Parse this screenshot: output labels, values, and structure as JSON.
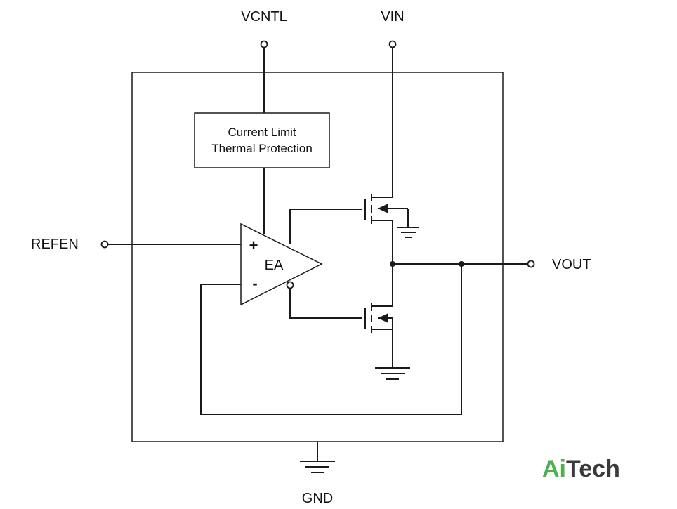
{
  "pins": {
    "vcntl": "VCNTL",
    "vin": "VIN",
    "refen": "REFEN",
    "vout": "VOUT",
    "gnd": "GND"
  },
  "protection_block": {
    "line1": "Current Limit",
    "line2": "Thermal Protection"
  },
  "amplifier": {
    "label": "EA",
    "plus": "+",
    "minus": "-"
  },
  "logo": {
    "part1": "Ai",
    "part2": "Tech",
    "color_ai": "#4caf50",
    "color_tech": "#3a3a3a"
  }
}
